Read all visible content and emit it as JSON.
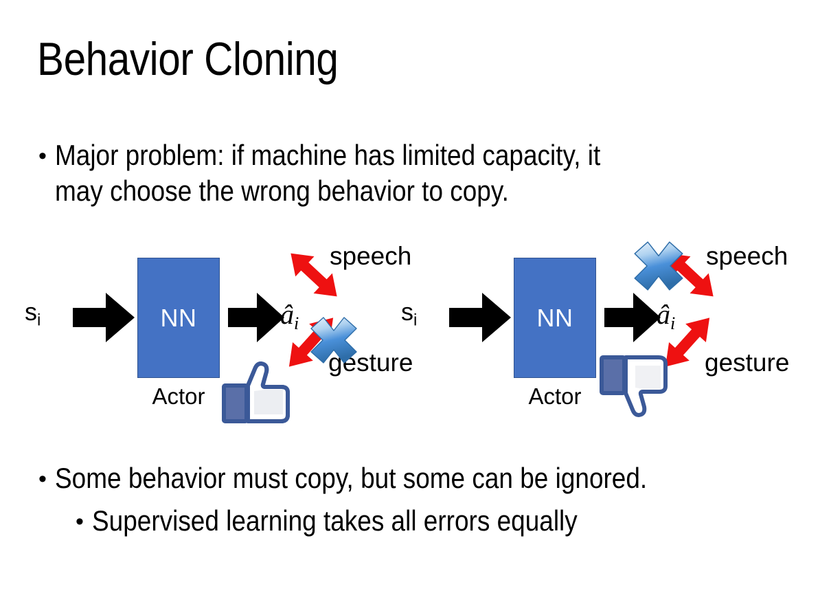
{
  "slide": {
    "title": "Behavior Cloning",
    "background": "#ffffff",
    "bullets": [
      {
        "marker": "•",
        "text": "Major problem: if machine has limited capacity, it\nmay choose the wrong behavior to copy.",
        "level": 1
      },
      {
        "marker": "•",
        "text": "Some behavior must copy, but some can be ignored.",
        "level": 1
      },
      {
        "marker": "•",
        "text": "Supervised learning takes all errors equally",
        "level": 2
      }
    ]
  },
  "colors": {
    "nn_box_fill": "#4472C4",
    "nn_box_border": "#2F528F",
    "nn_label_color": "#ffffff",
    "arrow_black": "#000000",
    "arrow_red": "#EE1111",
    "cross_blue_light": "#CFE4F7",
    "cross_blue_mid": "#4A90D9",
    "cross_blue_dark": "#2E6DA8",
    "thumb_outline": "#3B5998",
    "thumb_fill": "#FFFFFF",
    "thumb_cuff": "#5A6FA8",
    "text_black": "#000000"
  },
  "diagrams": [
    {
      "id": "left",
      "state_label": "s",
      "state_subscript": "i",
      "box_label": "NN",
      "box_caption": "Actor",
      "action_label": "â",
      "action_subscript": "i",
      "outputs": [
        {
          "name": "speech",
          "label": "speech",
          "crossed": false
        },
        {
          "name": "gesture",
          "label": "gesture",
          "crossed": true
        }
      ],
      "feedback_icon": "thumbs-up",
      "cross_on": "gesture"
    },
    {
      "id": "right",
      "state_label": "s",
      "state_subscript": "i",
      "box_label": "NN",
      "box_caption": "Actor",
      "action_label": "â",
      "action_subscript": "i",
      "outputs": [
        {
          "name": "speech",
          "label": "speech",
          "crossed": true
        },
        {
          "name": "gesture",
          "label": "gesture",
          "crossed": false
        }
      ],
      "feedback_icon": "thumbs-down",
      "cross_on": "speech"
    }
  ]
}
